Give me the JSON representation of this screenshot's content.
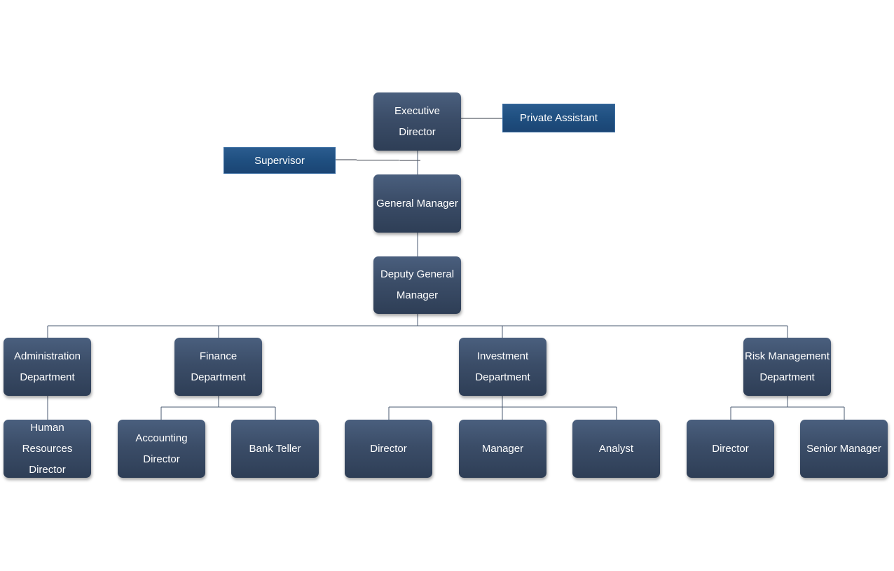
{
  "nodes": {
    "executive_director": "Executive Director",
    "private_assistant": "Private Assistant",
    "supervisor": "Supervisor",
    "general_manager": "General Manager",
    "deputy_general_manager": "Deputy General Manager",
    "administration_department": "Administration Department",
    "finance_department": "Finance Department",
    "investment_department": "Investment Department",
    "risk_management_department": "Risk Management Department",
    "human_resources_director": "Human Resources Director",
    "accounting_director": "Accounting Director",
    "bank_teller": "Bank Teller",
    "investment_director": "Director",
    "investment_manager": "Manager",
    "investment_analyst": "Analyst",
    "risk_director": "Director",
    "risk_senior_manager": "Senior Manager"
  },
  "colors": {
    "node_fill": "#3b4d68",
    "side_fill": "#1f4f80",
    "connector": "#4a5a70"
  }
}
